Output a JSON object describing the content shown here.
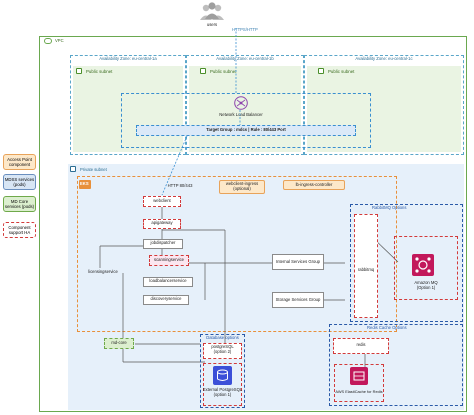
{
  "top": {
    "users_label": "users",
    "protocol_label": "HTTPS/HTTP",
    "vpc_label": "VPC"
  },
  "zones": [
    {
      "label": "Availability Zone: eu-central-1a",
      "subnet": "Public subnet"
    },
    {
      "label": "Availability Zone: eu-central-1b",
      "subnet": "Public subnet"
    },
    {
      "label": "Availability Zone: eu-central-1c",
      "subnet": "Public subnet"
    }
  ],
  "nlb": {
    "label": "Network Load Balancer",
    "target_group": "Target Group : mdcs | Rule : 80/443 Port"
  },
  "private": {
    "label": "Private subnet",
    "eks_label": "EKS",
    "http_label": "HTTP 80/443",
    "webclient_ingress": "webclient-ingress\n(optional)",
    "lb_ingress": "lb-ingress-controller"
  },
  "services": {
    "webclient": "webclient",
    "apigateway": "apigateway",
    "jobdispatcher": "jobdispatcher",
    "scanningservice": "scanningservice",
    "licensingservice": "licensingservice",
    "loadbalancerservice": "loadbalancerservice",
    "discoveryservice": "discoveryservice",
    "md_core": "md-core",
    "internal_group": "Internal Services Group",
    "storage_group": "Storage Services Group"
  },
  "rabbitmq": {
    "options_label": "RabbitMQ Options",
    "name": "rabbitmq",
    "amazon_mq": "Amazon MQ\n(Option 1)"
  },
  "redis": {
    "options_label": "Redis Cache Options",
    "name": "redis",
    "elasticache": "AWS ElastiCache for Redis"
  },
  "database": {
    "options_label": "Database options",
    "postgres": "postgreSQL\n(option 2)",
    "external": "External PostgreSQL\n(option 1)"
  },
  "legend": [
    {
      "label": "Access Point\ncomponent",
      "bg": "#fde8c9",
      "border": "#e8a35a",
      "style": "solid"
    },
    {
      "label": "MDSS services\n(pods)",
      "bg": "#d8e6f5",
      "border": "#6a8fbf",
      "style": "solid"
    },
    {
      "label": "MD Core\nservices (pods)",
      "bg": "#dcefcf",
      "border": "#6fa94a",
      "style": "solid"
    },
    {
      "label": "Component\nsupport HA",
      "bg": "#ffffff",
      "border": "#d23a3a",
      "style": "dashed"
    }
  ],
  "colors": {
    "vpc": "#6aa84f",
    "zone": "#5aa6c9",
    "subnet": "#eaf4e3",
    "private": "#e6f0fa",
    "eks": "#e8903a",
    "ha": "#d23a3a",
    "options": "#2a5aa8",
    "rabbit_icon": "#c2185b",
    "postgres_icon": "#3b4fd8",
    "redis_icon": "#c2185b",
    "nlb_icon": "#8e44ad"
  }
}
